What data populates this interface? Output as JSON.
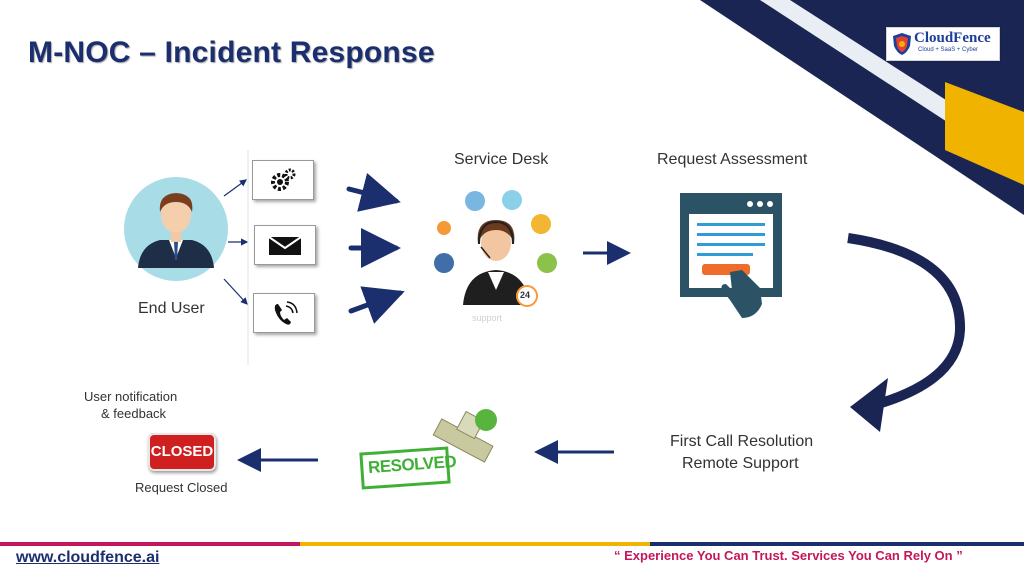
{
  "header": {
    "title": "M-NOC – Incident Response",
    "logo_name": "CloudFence",
    "logo_tagline": "Cloud + SaaS + Cyber"
  },
  "diagram": {
    "end_user": "End User",
    "service_desk": "Service Desk",
    "support_caption": "support",
    "badge_24": "24",
    "request_assessment": "Request Assessment",
    "first_call_line1": "First Call Resolution",
    "first_call_line2": "Remote Support",
    "resolved_stamp": "RESOLVED",
    "notification_line1": "User notification",
    "notification_line2": "& feedback",
    "closed_sign": "CLOSED",
    "request_closed": "Request Closed",
    "channel_icons": [
      "gears-icon",
      "envelope-icon",
      "phone-icon"
    ]
  },
  "footer": {
    "url": "www.cloudfence.ai",
    "quote": "“ Experience You Can Trust. Services You Can Rely On ”"
  },
  "colors": {
    "navy": "#1b2f6e",
    "gold": "#f0b400",
    "accent_red": "#c4175b",
    "teal": "#2b5365",
    "orange": "#f06c2a"
  }
}
